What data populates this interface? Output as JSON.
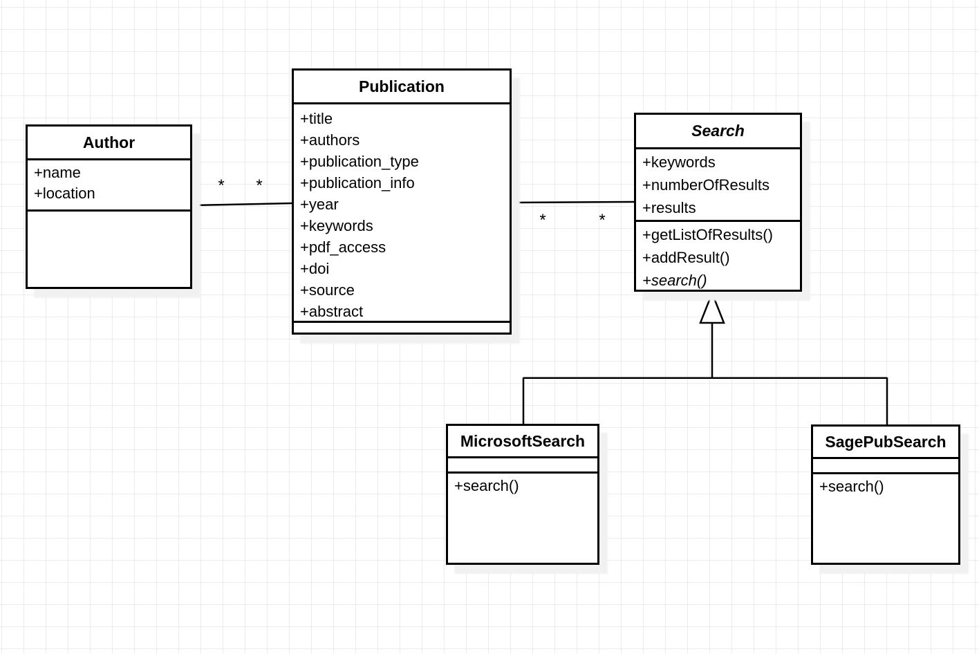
{
  "diagram_type": "uml-class-diagram",
  "classes": {
    "author": {
      "name": "Author",
      "attributes": [
        "+name",
        "+location"
      ],
      "methods": []
    },
    "publication": {
      "name": "Publication",
      "attributes": [
        "+title",
        "+authors",
        "+publication_type",
        "+publication_info",
        "+year",
        "+keywords",
        "+pdf_access",
        "+doi",
        "+source",
        "+abstract"
      ],
      "methods": []
    },
    "search": {
      "name": "Search",
      "is_abstract": true,
      "attributes": [
        "+keywords",
        "+numberOfResults",
        "+results"
      ],
      "methods": [
        "+getListOfResults()",
        "+addResult()",
        "+search()"
      ],
      "abstract_methods": [
        "+search()"
      ]
    },
    "microsoft_search": {
      "name": "MicrosoftSearch",
      "attributes": [],
      "methods": [
        "+search()"
      ]
    },
    "sagepub_search": {
      "name": "SagePubSearch",
      "attributes": [],
      "methods": [
        "+search()"
      ]
    }
  },
  "associations": {
    "author_publication": {
      "end_author": "*",
      "end_publication": "*"
    },
    "publication_search": {
      "end_publication": "*",
      "end_search": "*"
    }
  },
  "generalizations": [
    {
      "parent": "Search",
      "child": "MicrosoftSearch"
    },
    {
      "parent": "Search",
      "child": "SagePubSearch"
    }
  ],
  "colors": {
    "stroke": "#000000",
    "shape_fill": "#ffffff",
    "text": "#000000",
    "shadow": "#f1f1f1",
    "grid": "#ececec",
    "canvas": "#ffffff"
  }
}
